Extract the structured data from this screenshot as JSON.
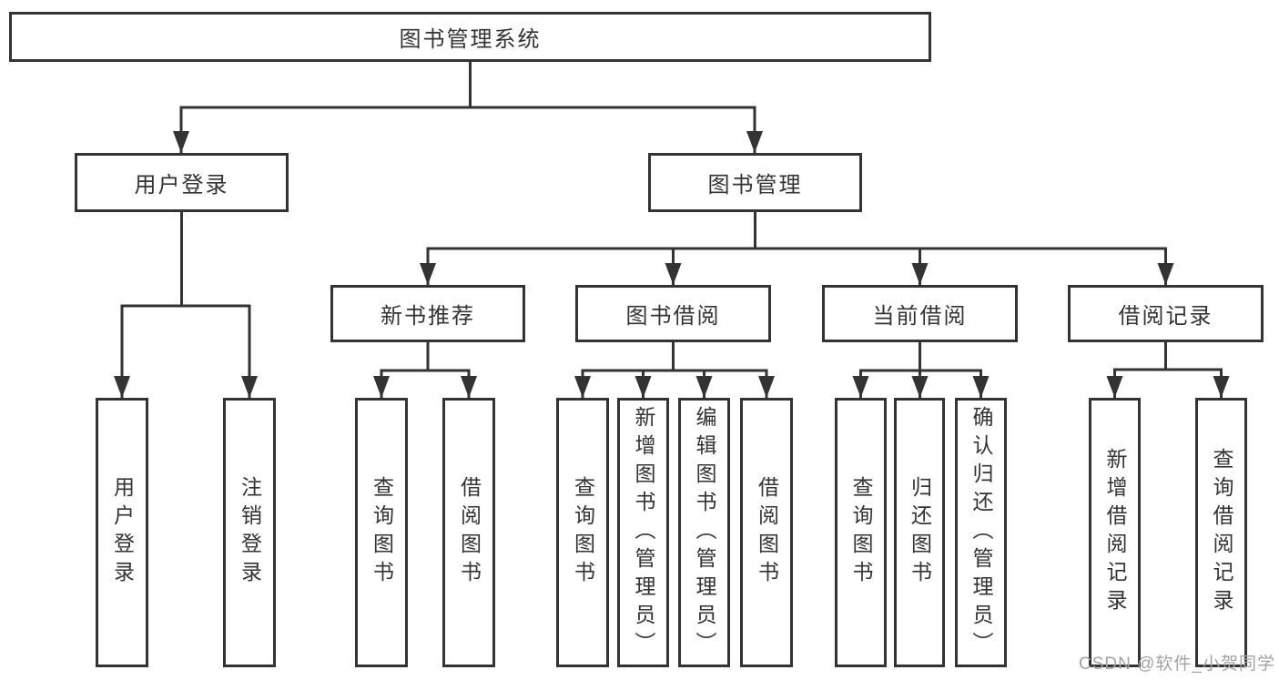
{
  "tree": {
    "label": "图书管理系统",
    "children": [
      {
        "label": "用户登录",
        "children": [
          {
            "label": "用户登录"
          },
          {
            "label": "注销登录"
          }
        ]
      },
      {
        "label": "图书管理",
        "children": [
          {
            "label": "新书推荐",
            "children": [
              {
                "label": "查询图书"
              },
              {
                "label": "借阅图书"
              }
            ]
          },
          {
            "label": "图书借阅",
            "children": [
              {
                "label": "查询图书"
              },
              {
                "label": "新增图书（管理员）"
              },
              {
                "label": "编辑图书（管理员）"
              },
              {
                "label": "借阅图书"
              }
            ]
          },
          {
            "label": "当前借阅",
            "children": [
              {
                "label": "查询图书"
              },
              {
                "label": "归还图书"
              },
              {
                "label": "确认归还（管理员）"
              }
            ]
          },
          {
            "label": "借阅记录",
            "children": [
              {
                "label": "新增借阅记录"
              },
              {
                "label": "查询借阅记录"
              }
            ]
          }
        ]
      }
    ]
  },
  "watermark": "CSDN @软件_小贺同学",
  "colors": {
    "line": "#333333",
    "box_border": "#333333",
    "box_fill": "#ffffff",
    "text": "#333333",
    "watermark": "#a3a3a3"
  }
}
